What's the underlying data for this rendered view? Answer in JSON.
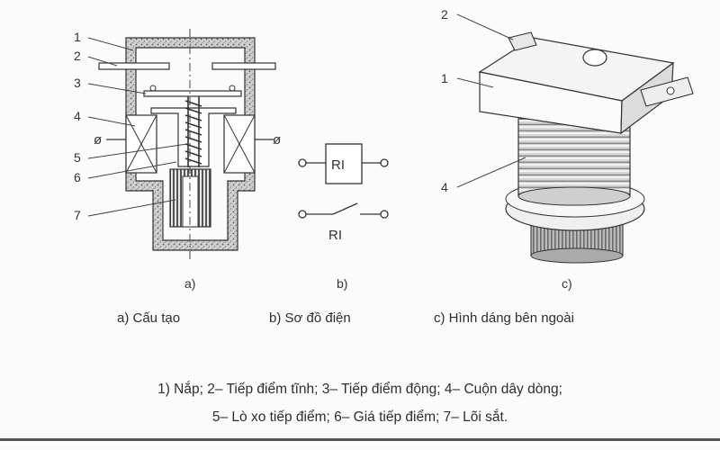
{
  "diagram": {
    "part_a": {
      "numbers": [
        "1",
        "2",
        "3",
        "4",
        "5",
        "6",
        "7"
      ],
      "sublabel": "a)",
      "caption": "a) Cấu tạo",
      "terminal_symbol": "ø"
    },
    "part_b": {
      "coil_label": "RI",
      "contact_label": "RI",
      "sublabel": "b)",
      "caption": "b) Sơ đồ điện"
    },
    "part_c": {
      "numbers": [
        "2",
        "1",
        "4"
      ],
      "sublabel": "c)",
      "caption": "c) Hình dáng bên ngoài"
    }
  },
  "legend": {
    "line1": "1) Nắp; 2– Tiếp điểm tĩnh; 3– Tiếp điểm động; 4– Cuộn dây dòng;",
    "line2": "5– Lò xo tiếp điểm; 6– Giá tiếp điểm; 7– Lõi sắt."
  }
}
